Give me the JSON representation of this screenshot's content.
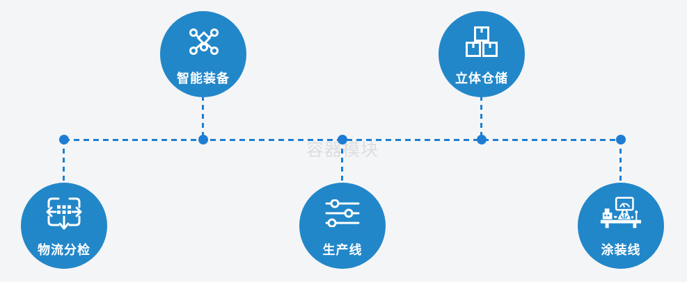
{
  "watermark": {
    "text": "容器模块",
    "color": "#dcdee1"
  },
  "colors": {
    "background": "#f4f5f6",
    "node_fill": "#2287c9",
    "connector": "#1e7dd2",
    "label": "#ffffff"
  },
  "nodes": [
    {
      "label": "智能装备",
      "icon": "network-nodes-icon",
      "position": "top-left"
    },
    {
      "label": "立体仓储",
      "icon": "stacked-boxes-icon",
      "position": "top-right"
    },
    {
      "label": "物流分检",
      "icon": "sorting-arrows-icon",
      "position": "bottom-left"
    },
    {
      "label": "生产线",
      "icon": "sliders-icon",
      "position": "bottom-center"
    },
    {
      "label": "涂装线",
      "icon": "assembly-machine-icon",
      "position": "bottom-right"
    }
  ]
}
